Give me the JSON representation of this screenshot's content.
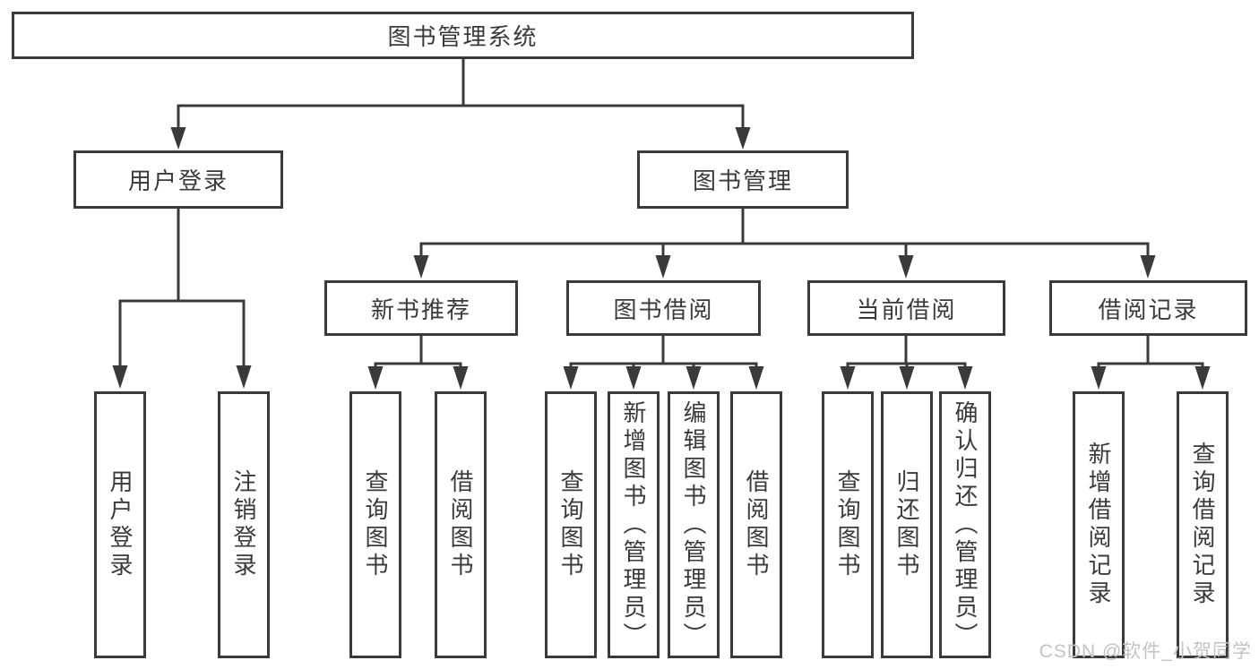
{
  "diagram": {
    "title": "图书管理系统",
    "level2": [
      {
        "id": "user-login",
        "label": "用户登录"
      },
      {
        "id": "book-management",
        "label": "图书管理"
      }
    ],
    "level3": [
      {
        "id": "new-book-recommend",
        "parent": "book-management",
        "label": "新书推荐"
      },
      {
        "id": "book-borrow",
        "parent": "book-management",
        "label": "图书借阅"
      },
      {
        "id": "current-borrow",
        "parent": "book-management",
        "label": "当前借阅"
      },
      {
        "id": "borrow-records",
        "parent": "book-management",
        "label": "借阅记录"
      }
    ],
    "leaves": [
      {
        "parent": "user-login",
        "label": "用户登录"
      },
      {
        "parent": "user-login",
        "label": "注销登录"
      },
      {
        "parent": "new-book-recommend",
        "label": "查询图书"
      },
      {
        "parent": "new-book-recommend",
        "label": "借阅图书"
      },
      {
        "parent": "book-borrow",
        "label": "查询图书"
      },
      {
        "parent": "book-borrow",
        "label": "新增图书（管理员）"
      },
      {
        "parent": "book-borrow",
        "label": "编辑图书（管理员）"
      },
      {
        "parent": "book-borrow",
        "label": "借阅图书"
      },
      {
        "parent": "current-borrow",
        "label": "查询图书"
      },
      {
        "parent": "current-borrow",
        "label": "归还图书"
      },
      {
        "parent": "current-borrow",
        "label": "确认归还（管理员）"
      },
      {
        "parent": "borrow-records",
        "label": "新增借阅记录"
      },
      {
        "parent": "borrow-records",
        "label": "查询借阅记录"
      }
    ]
  },
  "watermark": {
    "text": "CSDN @软件_小贺同学"
  },
  "colors": {
    "line": "#3a3a3a",
    "text": "#3a3a3a",
    "watermark": "#c4c3c3",
    "background": "#ffffff"
  }
}
